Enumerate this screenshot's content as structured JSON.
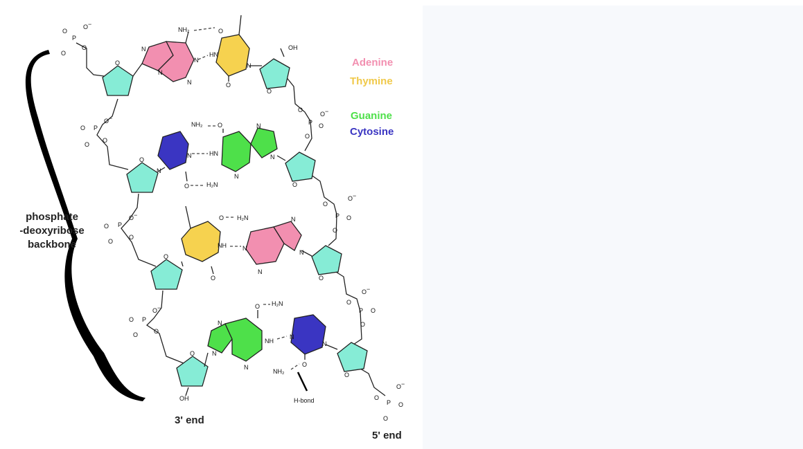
{
  "colors": {
    "adenine": "#f28fb0",
    "thymine": "#f6d24f",
    "guanine": "#4ee04a",
    "cytosine": "#3a35c2",
    "sugar": "#86ecd6",
    "panel": "#f7f9fc"
  },
  "legend": {
    "adenine": "Adenine",
    "thymine": "Thymine",
    "guanine": "Guanine",
    "cytosine": "Cytosine"
  },
  "labels": {
    "backbone_line1": "phosphate",
    "backbone_line2": "-deoxyribose",
    "backbone_line3": "backbone",
    "end3": "3' end",
    "end5": "5' end",
    "hbond": "H-bond"
  },
  "atoms": {
    "P": "P",
    "O": "O",
    "O_minus": "O",
    "minus": "−",
    "N": "N",
    "NH": "NH",
    "HN": "HN",
    "NH2": "NH₂",
    "H2N": "H₂N",
    "OH": "OH"
  }
}
